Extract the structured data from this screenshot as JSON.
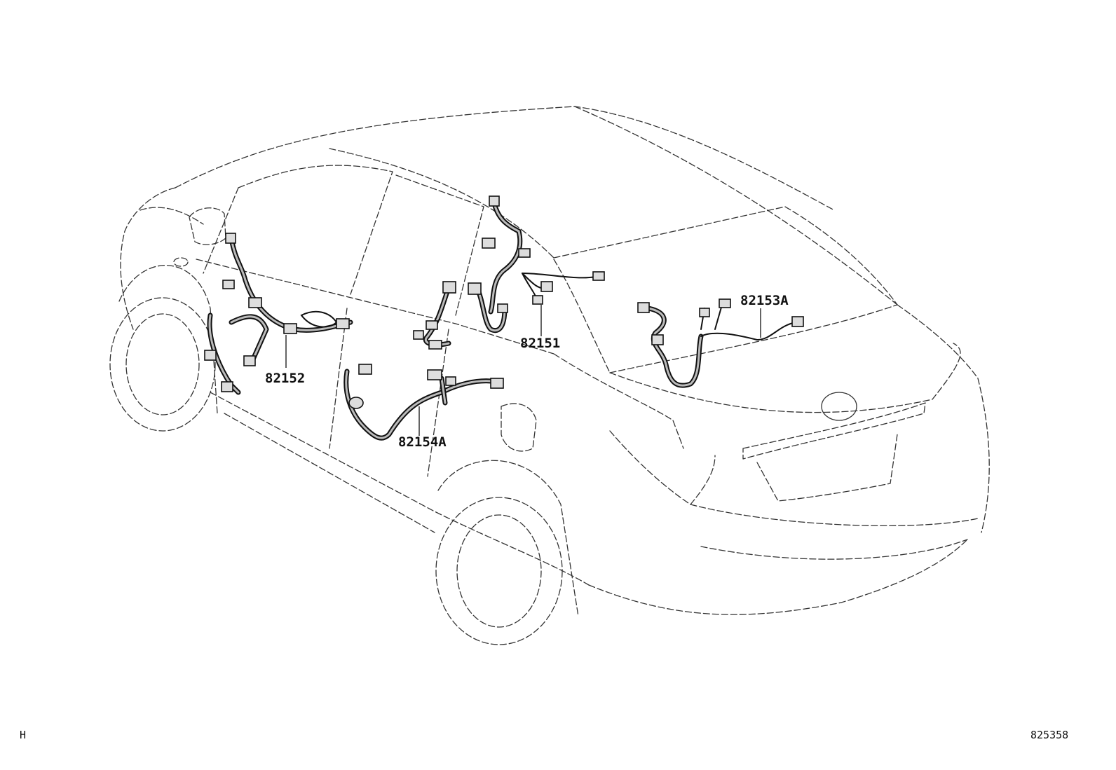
{
  "parts": [
    {
      "id": "82151",
      "label": "82151"
    },
    {
      "id": "82152",
      "label": "82152"
    },
    {
      "id": "82153A",
      "label": "82153A"
    },
    {
      "id": "82154A",
      "label": "82154A"
    }
  ],
  "footer": {
    "left_code": "H",
    "diagram_number": "825358"
  }
}
